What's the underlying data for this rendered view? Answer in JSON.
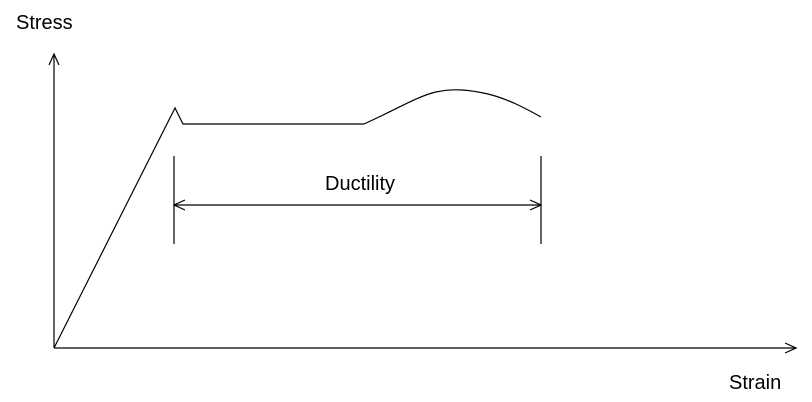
{
  "diagram": {
    "y_axis_label": "Stress",
    "x_axis_label": "Strain",
    "ductility_label": "Ductility",
    "line_color": "#000000",
    "background_color": "#ffffff"
  }
}
